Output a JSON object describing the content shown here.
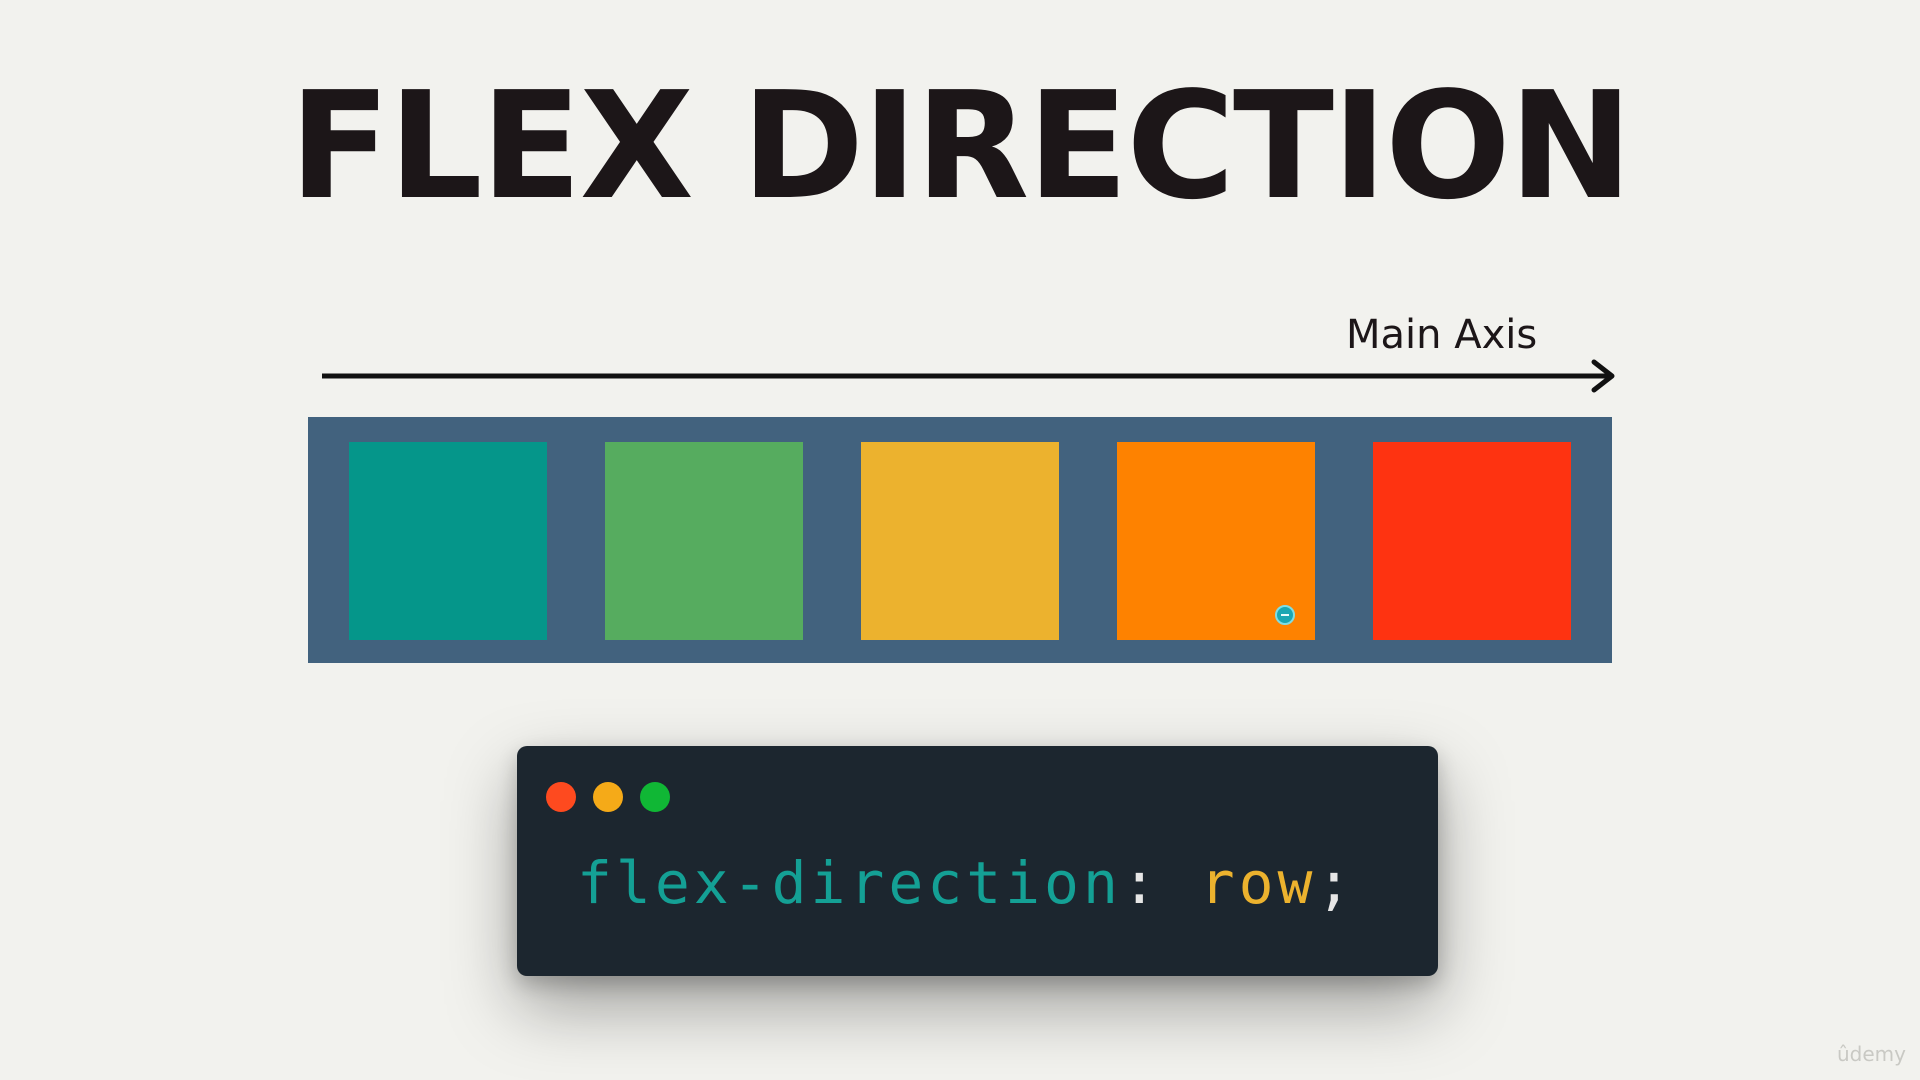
{
  "slide": {
    "title": "FLEX DIRECTION",
    "axis_label": "Main Axis"
  },
  "flex_items": [
    {
      "color": "#05968a"
    },
    {
      "color": "#56ac5f"
    },
    {
      "color": "#ecb22e"
    },
    {
      "color": "#fe8200"
    },
    {
      "color": "#fe3311"
    }
  ],
  "colors": {
    "background": "#f2f2ee",
    "container": "#42627e",
    "code_window": "#1c262f",
    "text": "#1c1618"
  },
  "code_window": {
    "dots": [
      {
        "name": "close",
        "color": "#fe4a1f"
      },
      {
        "name": "minimize",
        "color": "#f5aa18"
      },
      {
        "name": "maximize",
        "color": "#10b735"
      }
    ],
    "property": "flex-direction",
    "colon": ":",
    "value": " row",
    "semicolon": ";"
  },
  "watermark": "ûdemy"
}
